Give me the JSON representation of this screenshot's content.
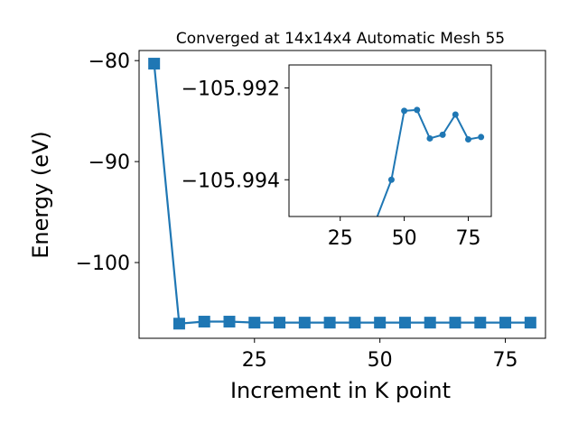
{
  "chart_data": [
    {
      "type": "line",
      "title": "Converged at 14x14x4 Automatic Mesh 55",
      "xlabel": "Increment in K point",
      "ylabel": "Energy (eV)",
      "xlim": [
        2,
        83
      ],
      "ylim": [
        -107.5,
        -79
      ],
      "xticks": [
        25,
        50,
        75
      ],
      "yticks": [
        -80,
        -90,
        -100
      ],
      "xtick_labels": [
        "25",
        "50",
        "75"
      ],
      "ytick_labels": [
        "−80",
        "−90",
        "−100"
      ],
      "marker": "square",
      "color": "#1f77b4",
      "grid": false,
      "series": [
        {
          "x": [
            5,
            10,
            15,
            20,
            25,
            30,
            35,
            40,
            45,
            50,
            55,
            60,
            65,
            70,
            75,
            80
          ],
          "y": [
            -80.3,
            -106.05,
            -105.85,
            -105.85,
            -105.95,
            -105.95,
            -105.95,
            -105.95,
            -105.95,
            -105.95,
            -105.95,
            -105.95,
            -105.95,
            -105.95,
            -105.95,
            -105.95
          ]
        }
      ]
    },
    {
      "type": "line",
      "title": "",
      "inset": true,
      "xlabel": "",
      "ylabel": "",
      "xlim": [
        5,
        84
      ],
      "ylim": [
        -105.9948,
        -105.9915
      ],
      "xticks": [
        25,
        50,
        75
      ],
      "yticks": [
        -105.994,
        -105.992
      ],
      "xtick_labels": [
        "25",
        "50",
        "75"
      ],
      "ytick_labels": [
        "−105.994",
        "−105.992"
      ],
      "marker": "circle",
      "color": "#1f77b4",
      "grid": false,
      "series": [
        {
          "x": [
            35,
            45,
            50,
            55,
            60,
            65,
            70,
            75,
            80
          ],
          "y": [
            -105.99545,
            -105.994,
            -105.9925,
            -105.99248,
            -105.9931,
            -105.99302,
            -105.99258,
            -105.99312,
            -105.99307
          ]
        }
      ]
    }
  ]
}
